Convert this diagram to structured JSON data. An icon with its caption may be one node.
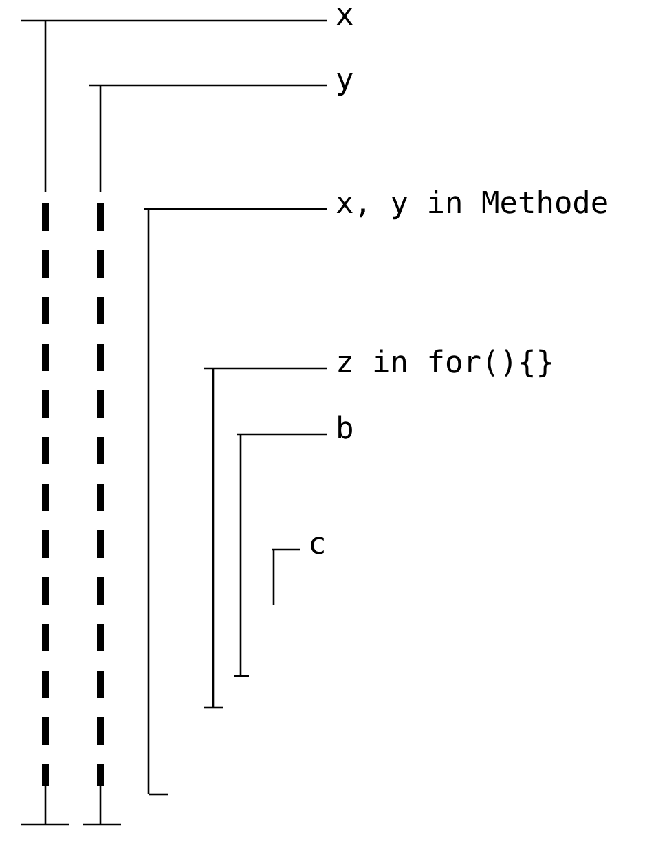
{
  "diagram": {
    "labels": [
      "x",
      "y",
      "x, y in Methode",
      "z in for(){}",
      "b",
      "c"
    ]
  }
}
